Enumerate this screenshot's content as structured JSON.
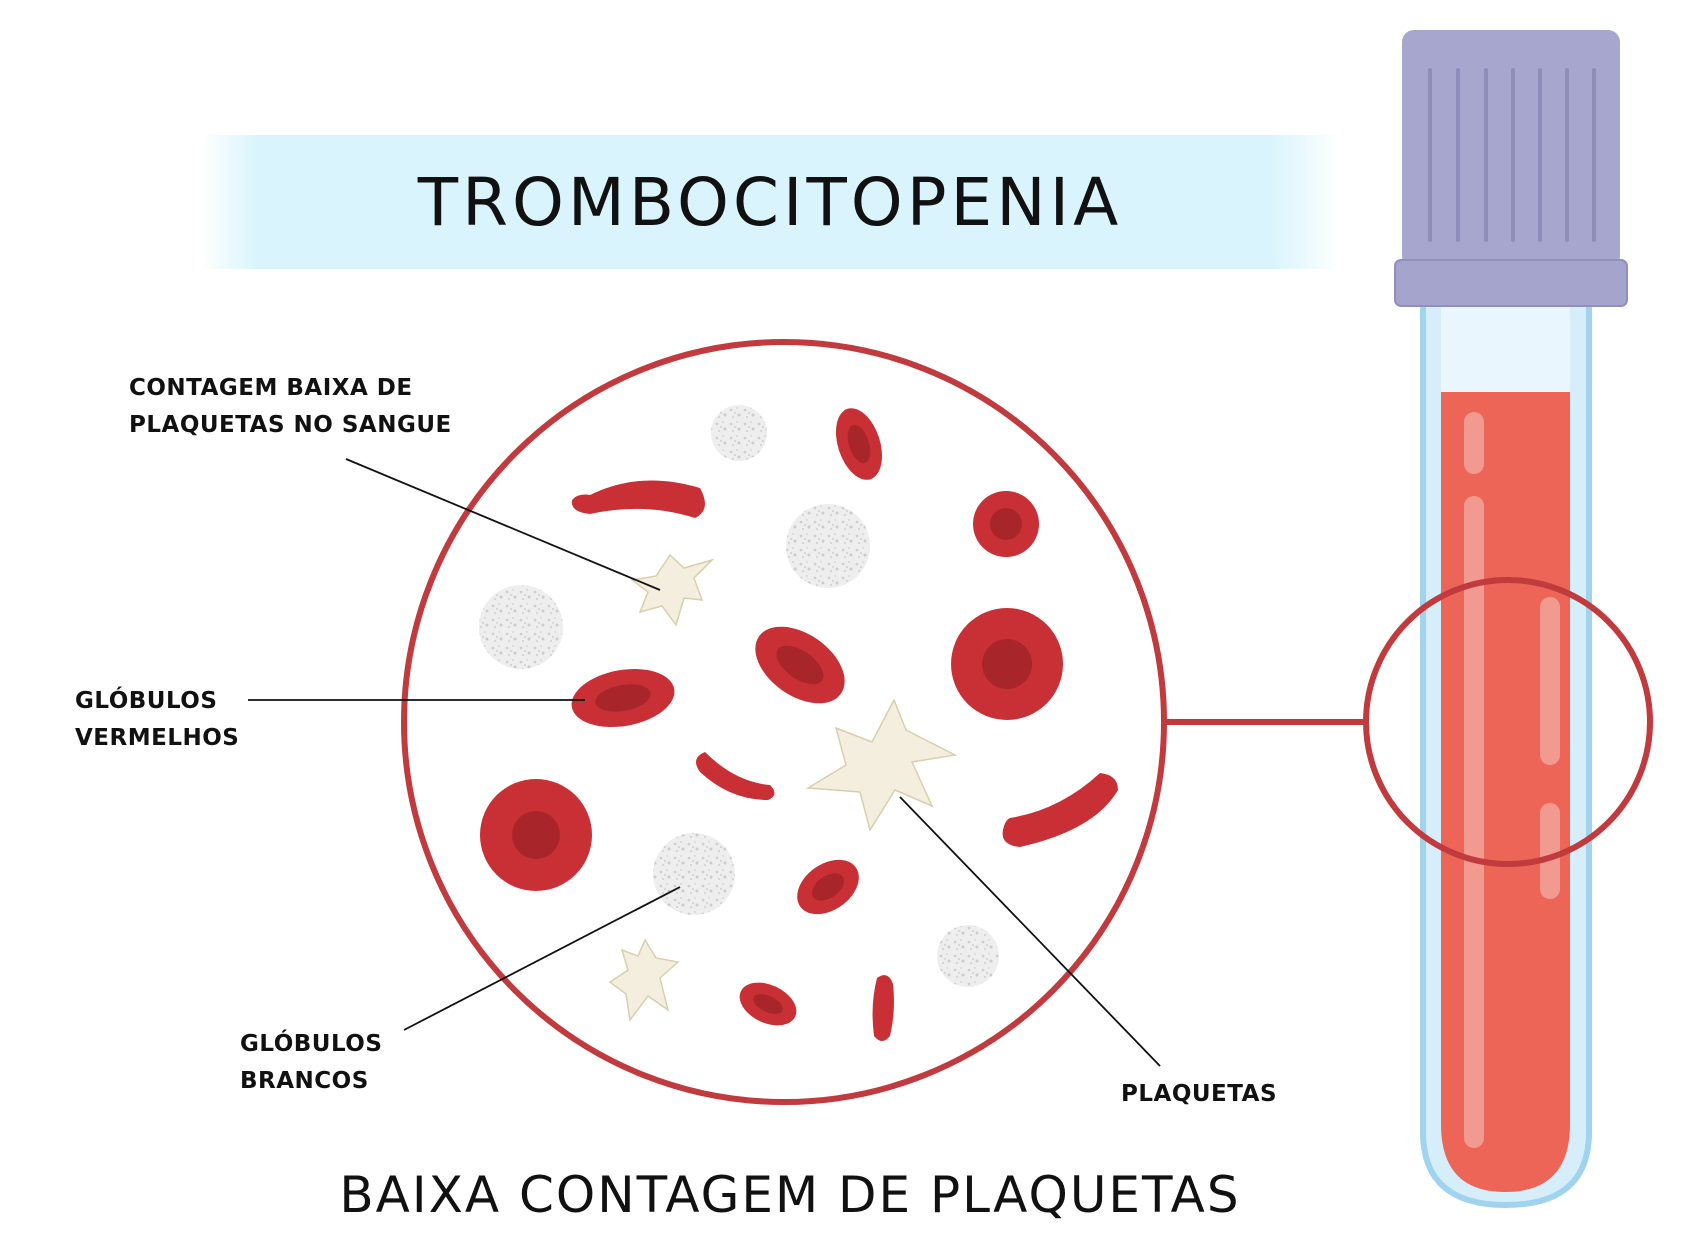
{
  "diagram": {
    "title": "TROMBOCITOPENIA",
    "subtitle": "BAIXA CONTAGEM DE PLAQUETAS",
    "labels": {
      "low_count": "CONTAGEM BAIXA DE\nPLAQUETAS NO SANGUE",
      "red_cells": "GLÓBULOS\nVERMELHOS",
      "white_cells": "GLÓBULOS\nBRANCOS",
      "platelets": "PLAQUETAS"
    },
    "colors": {
      "red_cell": "#c93035",
      "red_cell_center": "#a8262a",
      "circle_stroke": "#c03a3e",
      "white_cell": "#e6e6e6",
      "platelet": "#f3eedd",
      "tube_cap": "#a7a6cf",
      "tube_blood": "#ec6556",
      "tube_glass": "#bfe4f6",
      "title_band": "#d9f4fc"
    }
  }
}
